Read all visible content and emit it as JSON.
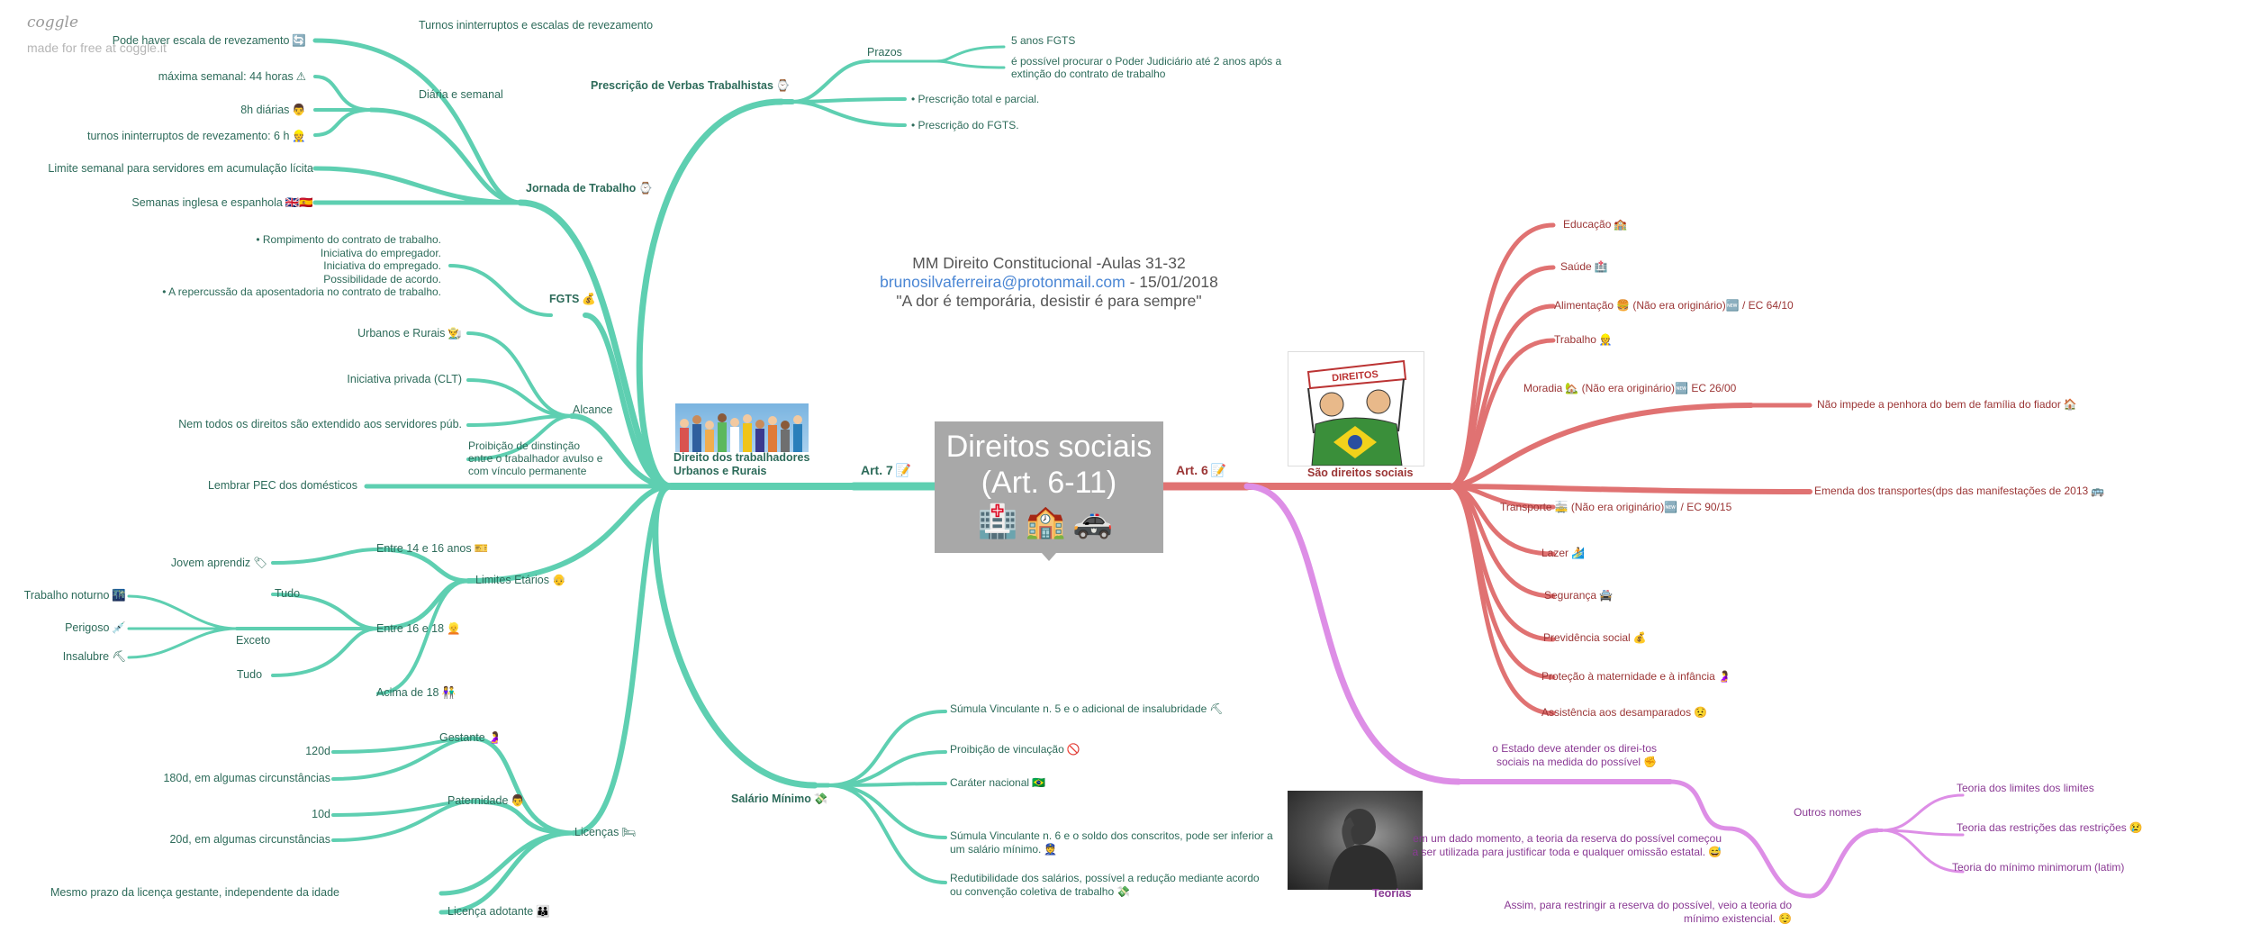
{
  "brand": {
    "logo": "coggle",
    "tagline": "made for free at coggle.it"
  },
  "colors": {
    "left": "#5ecfb1",
    "right": "#e07272",
    "teorias": "#dd8ee6",
    "center_box": "#a8a8a8"
  },
  "header": {
    "title": "MM Direito Constitucional -Aulas 31-32",
    "email": "brunosilvaferreira@protonmail.com",
    "date": " - 15/01/2018",
    "quote": "\"A dor é temporária, desistir é para sempre\""
  },
  "center": {
    "line1": "Direitos sociais",
    "line2": "(Art. 6-11)",
    "emoji": "🏥🏫🚓"
  },
  "art7": {
    "label": "Art. 7",
    "icon": "📝"
  },
  "art6": {
    "label": "Art. 6",
    "icon": "📝"
  },
  "trabalhadores": {
    "line1": "Direito dos trabalhadores",
    "line2": "Urbanos e Rurais"
  },
  "prescricao": {
    "label": "Prescrição de Verbas Trabalhistas",
    "icon": "⌚",
    "prazos": "Prazos",
    "fgts5": "5 anos FGTS",
    "poder": "é possível procurar o Poder Judiciário até 2 anos após a extinção do contrato de trabalho",
    "total": "• Prescrição total e parcial.",
    "dofgts": "• Prescrição do FGTS."
  },
  "jornada": {
    "label": "Jornada de Trabalho",
    "icon": "⌚",
    "turnos_top": "Turnos ininterruptos e escalas de revezamento",
    "pode": "Pode haver escala de revezamento",
    "pode_icon": "🔄",
    "diaria": "Diária e semanal",
    "maxima": "máxima semanal: 44 horas",
    "maxima_icon": "⚠",
    "oito": "8h diárias",
    "oito_icon": "👨",
    "turnos6": "turnos ininterruptos de revezamento: 6 h",
    "turnos6_icon": "👷",
    "limite": "Limite semanal para servidores em acumulação lícita",
    "semanas": "Semanas inglesa e espanhola",
    "semanas_icon": "🇬🇧🇪🇸"
  },
  "fgts": {
    "label": "FGTS",
    "icon": "💰",
    "lines": [
      "• Rompimento do contrato de trabalho.",
      "Iniciativa do empregador.",
      "Iniciativa do empregado.",
      "Possibilidade de acordo.",
      "• A repercussão da aposentadoria no contrato de trabalho."
    ]
  },
  "alcance": {
    "label": "Alcance",
    "urbanos": "Urbanos e Rurais",
    "urbanos_icon": "👨‍🌾",
    "privada": "Iniciativa privada (CLT)",
    "nem": "Nem todos os direitos são extendido aos servidores púb.",
    "proibicao": "Proibição de dinstinção entre o trabalhador avulso e com vínculo permanente"
  },
  "pec": "Lembrar PEC dos domésticos",
  "limites": {
    "label": "Limites Etários",
    "icon": "👴",
    "e14": "Entre 14 e 16 anos",
    "e14_icon": "🎫",
    "jovem": "Jovem aprendiz",
    "jovem_icon": "🏷",
    "e16": "Entre 16 e 18",
    "e16_icon": "👱",
    "tudo1": "Tudo",
    "exceto": "Exceto",
    "noturno": "Trabalho noturno",
    "noturno_icon": "🌃",
    "perigoso": "Perigoso",
    "perigoso_icon": "💉",
    "insalubre": "Insalubre",
    "insalubre_icon": "⛏",
    "tudo2": "Tudo",
    "acima": "Acima de 18",
    "acima_icon": "👫"
  },
  "licencas": {
    "label": "Licenças",
    "icon": "🛏",
    "gestante": "Gestante",
    "gestante_icon": "🤰",
    "d120": "120d",
    "d180": "180d, em algumas circunstâncias",
    "paternidade": "Paternidade",
    "paternidade_icon": "👨",
    "d10": "10d",
    "d20": "20d, em algumas circunstâncias",
    "mesmo": "Mesmo prazo da licença gestante, independente da idade",
    "adotante": "Licença adotante",
    "adotante_icon": "👪"
  },
  "salario": {
    "label": "Salário Mínimo",
    "icon": "💸",
    "sumula5": "Súmula Vinculante n. 5 e o adicional de insalubridade",
    "sumula5_icon": "⛏",
    "vinculacao": "Proibição de vinculação",
    "vinculacao_icon": "🚫",
    "nacional": "Caráter nacional",
    "nacional_icon": "🇧🇷",
    "sumula6": "Súmula Vinculante n. 6 e o soldo dos conscritos, pode ser inferior a um salário mínimo.",
    "sumula6_icon": "👮",
    "redut": "Redutibilidade dos salários, possível a redução mediante acordo ou convenção coletiva de trabalho",
    "redut_icon": "💸"
  },
  "sao": {
    "label": "São direitos sociais",
    "educacao": "Educação",
    "educacao_icon": "🏫",
    "saude": "Saúde",
    "saude_icon": "🏥",
    "alimentacao": "Alimentação",
    "alimentacao_icon": "🍔",
    "alimentacao_rest": " (Não era originário)",
    "alimentacao_new": "🆕",
    "alimentacao_ec": " / EC 64/10",
    "trabalho": "Trabalho",
    "trabalho_icon": "👷",
    "moradia": "Moradia",
    "moradia_icon": "🏡",
    "moradia_rest": " (Não era originário)",
    "moradia_new": "🆕",
    "moradia_ec": " EC 26/00",
    "nao_impede": "Não impede a penhora do bem de família do fiador",
    "nao_impede_icon": "🏠",
    "emenda": "Emenda dos transportes(dps das manifestações de 2013",
    "emenda_icon": "🚌",
    "transporte": "Transporte",
    "transporte_icon": "🚋",
    "transporte_rest": " (Não era originário)",
    "transporte_new": "🆕",
    "transporte_ec": " / EC 90/15",
    "lazer": "Lazer",
    "lazer_icon": "🏄",
    "seguranca": "Segurança",
    "seguranca_icon": "🚔",
    "previdencia": "Previdência social",
    "previdencia_icon": "💰",
    "protecao": "Proteção à maternidade e à infância",
    "protecao_icon": "🤰",
    "assistencia": "Assistência aos desamparados",
    "assistencia_icon": "😟"
  },
  "teorias": {
    "label": "Teorias",
    "estado": "o Estado deve atender os direi-tos sociais na medida do possível",
    "estado_icon": "✊",
    "dado": "em um dado momento, a teoria da reserva do possível começou a ser utilizada para justificar toda e qualquer omissão estatal.",
    "dado_icon": "😅",
    "assim": "Assim, para restringir a reserva do possível, veio a teoria do mínimo existencial.",
    "assim_icon": "😌",
    "outros": "Outros nomes",
    "limites": "Teoria dos limites dos limites",
    "restricoes": "Teoria das restrições das restrições",
    "restricoes_icon": "😢",
    "minimo": "Teoria do mínimo minimorum (latim)"
  },
  "banner": {
    "text": "DIREITOS"
  }
}
